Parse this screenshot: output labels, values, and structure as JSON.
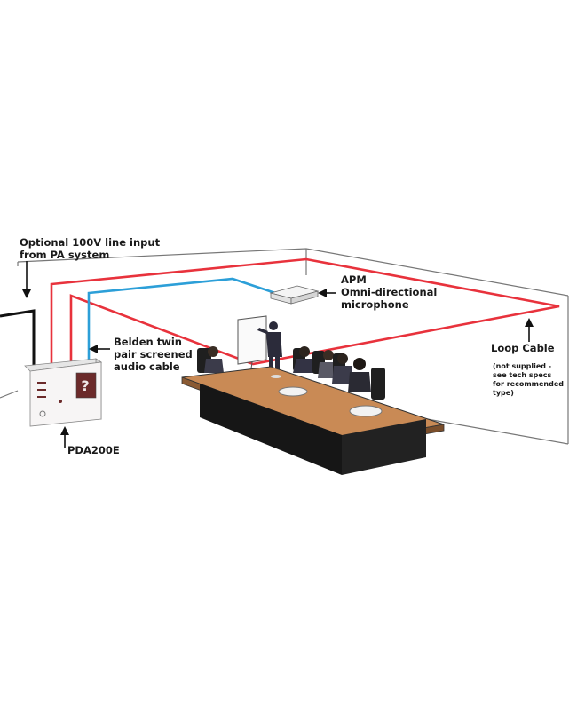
{
  "labels": {
    "pa_input": [
      "Optional 100V line input",
      "from PA system"
    ],
    "apm": [
      "APM",
      "Omni-directional",
      "microphone"
    ],
    "belden": [
      "Belden twin",
      "pair screened",
      "audio cable"
    ],
    "loop_cable": "Loop Cable",
    "loop_note": [
      "(not supplied -",
      "see tech specs",
      "for recommended",
      "type)"
    ],
    "device": "PDA200E"
  },
  "colors": {
    "loop_cable": "#e8323c",
    "audio_cable": "#2c9fd8",
    "line_input": "#111111",
    "room_lines": "#777777",
    "table_top": "#c98a55"
  }
}
